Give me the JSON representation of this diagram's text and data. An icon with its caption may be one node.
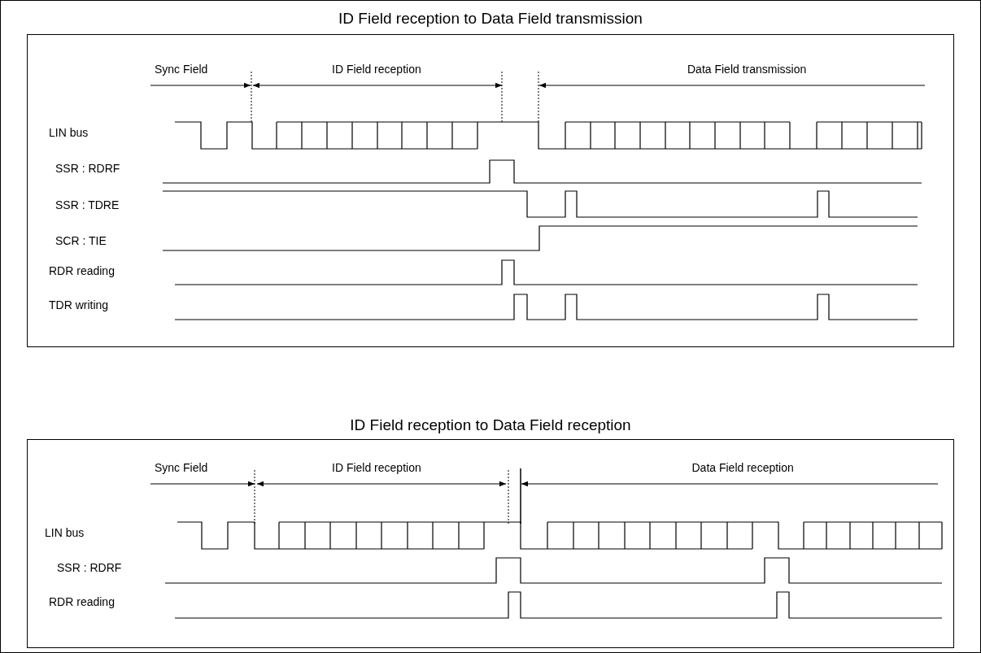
{
  "diagram": {
    "nodes": [
      {
        "text": [
          "ID Field reception to Data Field transmission"
        ]
      },
      {
        "text": [
          "ID Field reception to Data Field reception"
        ]
      }
    ],
    "labels": [
      "Sync Field",
      "ID Field reception",
      "Data Field transmission",
      "LIN bus",
      "SSR : RDRF",
      "SSR : TDRE",
      "SCR : TIE",
      "RDR reading",
      "TDR writing",
      "Sync Field",
      "ID Field reception",
      "Data Field reception",
      "LIN bus",
      "SSR : RDRF",
      "RDR reading"
    ]
  }
}
